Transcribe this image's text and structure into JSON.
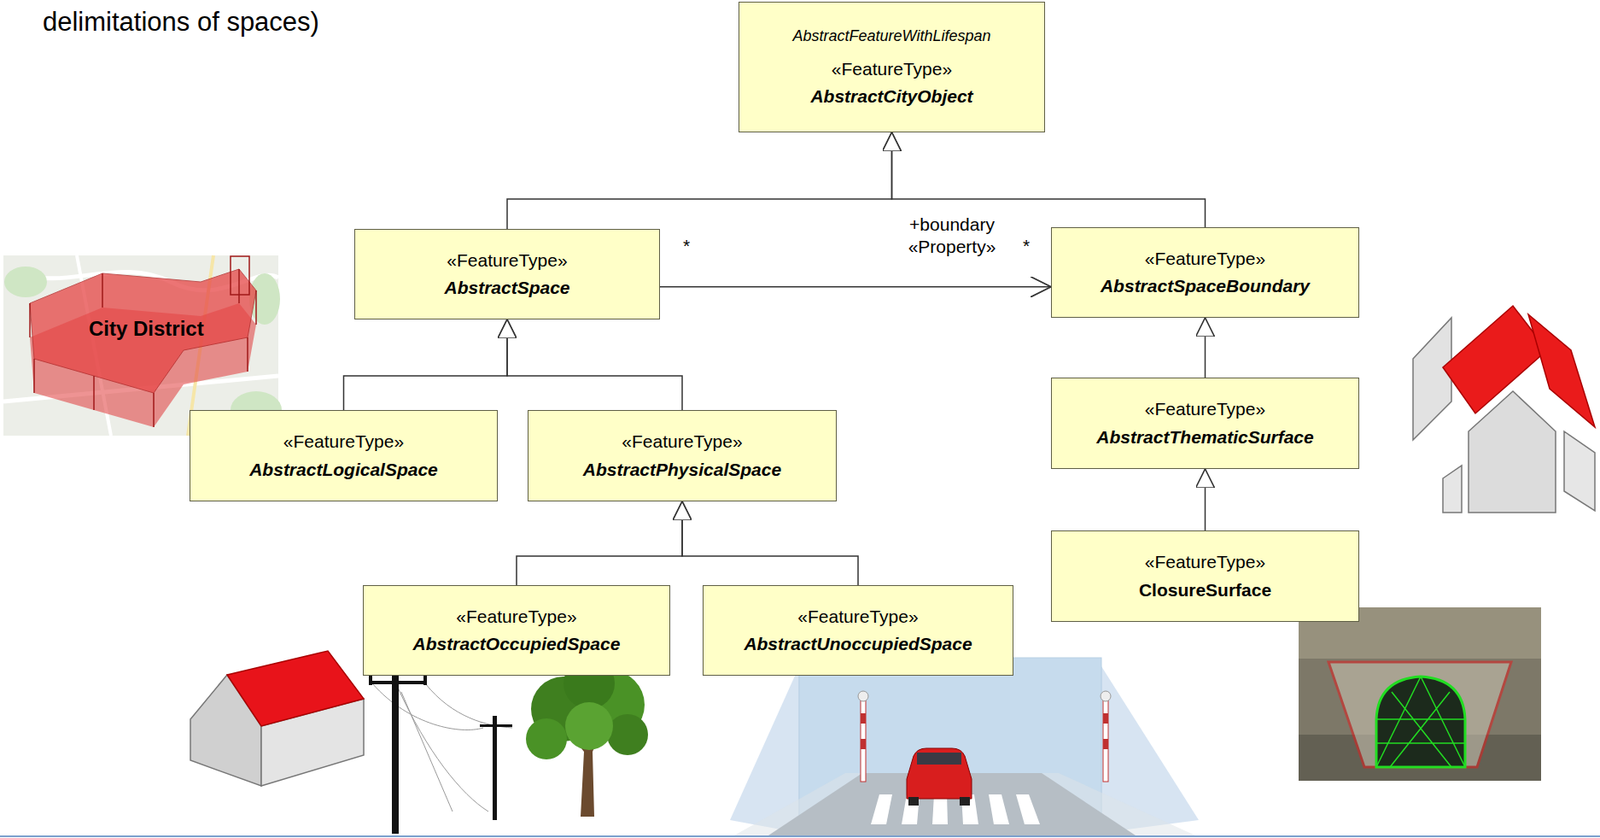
{
  "diagram": {
    "nodes": [
      {
        "text": [
          "AbstractFeatureWithLifespan",
          "«FeatureType»",
          "AbstractCityObject"
        ]
      },
      {
        "text": [
          "«FeatureType»",
          "AbstractSpace"
        ]
      },
      {
        "text": [
          "«FeatureType»",
          "AbstractSpaceBoundary"
        ]
      },
      {
        "text": [
          "«FeatureType»",
          "AbstractLogicalSpace"
        ]
      },
      {
        "text": [
          "«FeatureType»",
          "AbstractPhysicalSpace"
        ]
      },
      {
        "text": [
          "«FeatureType»",
          "AbstractThematicSurface"
        ]
      },
      {
        "text": [
          "«FeatureType»",
          "AbstractOccupiedSpace"
        ]
      },
      {
        "text": [
          "«FeatureType»",
          "AbstractUnoccupiedSpace"
        ]
      },
      {
        "text": [
          "«FeatureType»",
          "ClosureSurface"
        ]
      }
    ],
    "edges": [
      {
        "from": 1,
        "to": 0,
        "arrow": "to"
      },
      {
        "from": 2,
        "to": 0,
        "arrow": "to"
      },
      {
        "from": 1,
        "to": 2,
        "label": "+boundary «Property»",
        "arrow": "to"
      },
      {
        "from": 3,
        "to": 1,
        "arrow": "to"
      },
      {
        "from": 4,
        "to": 1,
        "arrow": "to"
      },
      {
        "from": 5,
        "to": 2,
        "arrow": "to"
      },
      {
        "from": 6,
        "to": 4,
        "arrow": "to"
      },
      {
        "from": 7,
        "to": 4,
        "arrow": "to"
      },
      {
        "from": 8,
        "to": 5,
        "arrow": "to"
      }
    ],
    "labels": [
      "delimitations of spaces)",
      "*",
      "*",
      "City District"
    ]
  }
}
